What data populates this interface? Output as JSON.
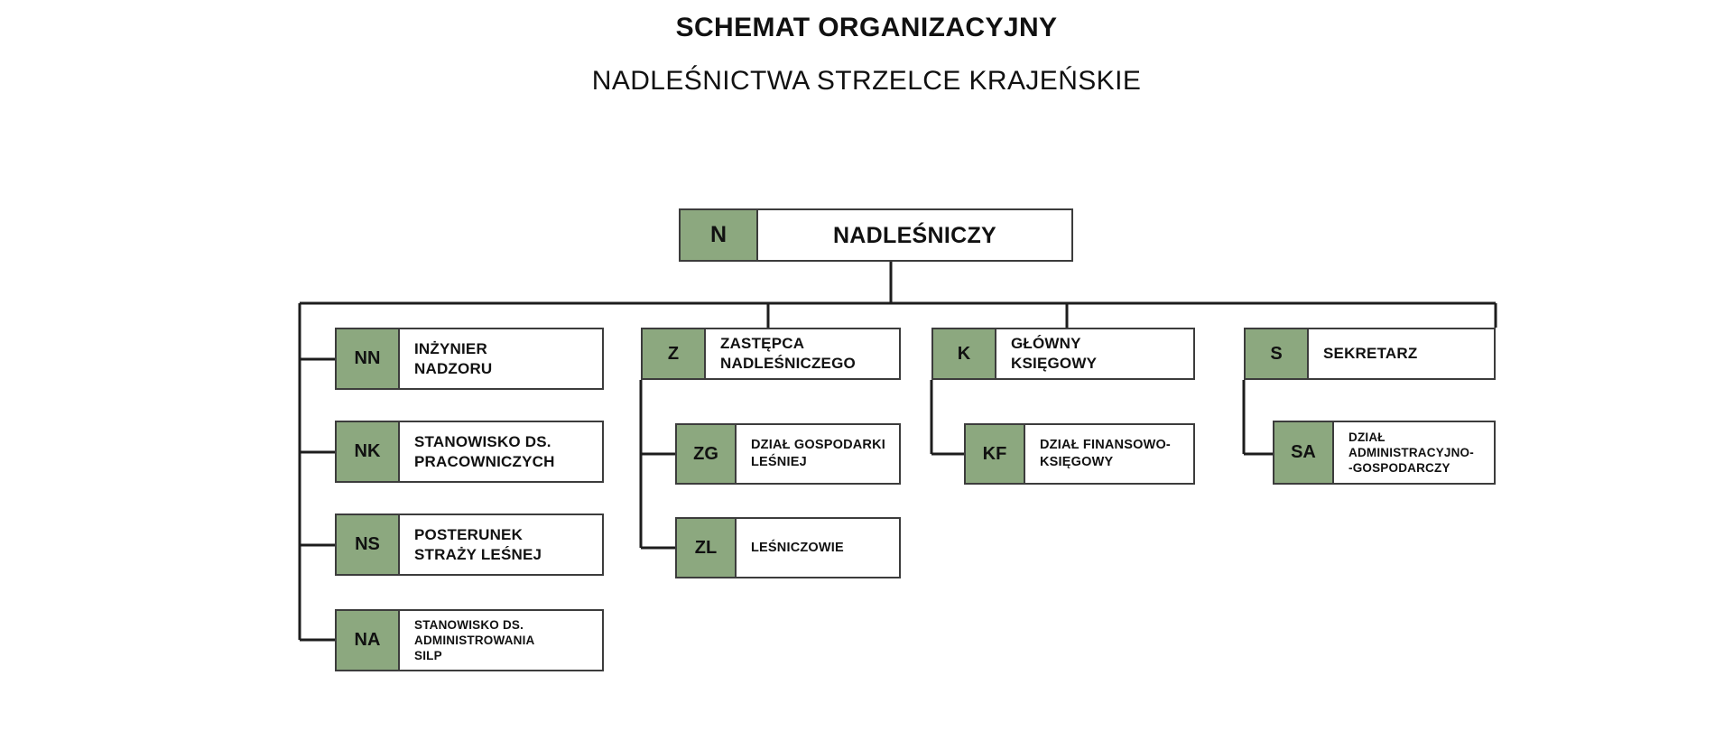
{
  "title": {
    "line1": "SCHEMAT ORGANIZACYJNY",
    "line2": "NADLEŚNICTWA STRZELCE KRAJEŃSKIE"
  },
  "colors": {
    "code_cell_green": "#8ca87f",
    "border": "#3c3c3c",
    "background": "#ffffff",
    "text": "#111111"
  },
  "chart_data": {
    "type": "diagram",
    "diagram_type": "organizational-chart",
    "title": "SCHEMAT ORGANIZACYJNY NADLEŚNICTWA STRZELCE KRAJEŃSKIE",
    "nodes": [
      {
        "id": "N",
        "code": "N",
        "label": "NADLEŚNICZY",
        "level": 0,
        "parent": null
      },
      {
        "id": "NN",
        "code": "NN",
        "label": "INŻYNIER\nNADZORU",
        "level": 1,
        "parent": "N"
      },
      {
        "id": "NK",
        "code": "NK",
        "label": "STANOWISKO DS.\nPRACOWNICZYCH",
        "level": 1,
        "parent": "N"
      },
      {
        "id": "NS",
        "code": "NS",
        "label": "POSTERUNEK\nSTRAŻY LEŚNEJ",
        "level": 1,
        "parent": "N"
      },
      {
        "id": "NA",
        "code": "NA",
        "label": "STANOWISKO DS.\nADMINISTROWANIA\nSILP",
        "level": 1,
        "parent": "N"
      },
      {
        "id": "Z",
        "code": "Z",
        "label": "ZASTĘPCA\nNADLEŚNICZEGO",
        "level": 1,
        "parent": "N"
      },
      {
        "id": "ZG",
        "code": "ZG",
        "label": "DZIAŁ GOSPODARKI\nLEŚNIEJ",
        "level": 2,
        "parent": "Z"
      },
      {
        "id": "ZL",
        "code": "ZL",
        "label": "LEŚNICZOWIE",
        "level": 2,
        "parent": "Z"
      },
      {
        "id": "K",
        "code": "K",
        "label": "GŁÓWNY\nKSIĘGOWY",
        "level": 1,
        "parent": "N"
      },
      {
        "id": "KF",
        "code": "KF",
        "label": "DZIAŁ FINANSOWO-\nKSIĘGOWY",
        "level": 2,
        "parent": "K"
      },
      {
        "id": "S",
        "code": "S",
        "label": "SEKRETARZ",
        "level": 1,
        "parent": "N"
      },
      {
        "id": "SA",
        "code": "SA",
        "label": "DZIAŁ\nADMINISTRACYJNO-\n-GOSPODARCZY",
        "level": 2,
        "parent": "S"
      }
    ]
  },
  "nodes": {
    "N": {
      "code": "N",
      "label": "NADLEŚNICZY"
    },
    "NN": {
      "code": "NN",
      "label": "INŻYNIER\nNADZORU"
    },
    "NK": {
      "code": "NK",
      "label": "STANOWISKO DS.\nPRACOWNICZYCH"
    },
    "NS": {
      "code": "NS",
      "label": "POSTERUNEK\nSTRAŻY LEŚNEJ"
    },
    "NA": {
      "code": "NA",
      "label": "STANOWISKO DS.\nADMINISTROWANIA\nSILP"
    },
    "Z": {
      "code": "Z",
      "label": "ZASTĘPCA\nNADLEŚNICZEGO"
    },
    "ZG": {
      "code": "ZG",
      "label": "DZIAŁ GOSPODARKI\nLEŚNIEJ"
    },
    "ZL": {
      "code": "ZL",
      "label": "LEŚNICZOWIE"
    },
    "K": {
      "code": "K",
      "label": "GŁÓWNY\nKSIĘGOWY"
    },
    "KF": {
      "code": "KF",
      "label": "DZIAŁ FINANSOWO-\nKSIĘGOWY"
    },
    "S": {
      "code": "S",
      "label": "SEKRETARZ"
    },
    "SA": {
      "code": "SA",
      "label": "DZIAŁ\nADMINISTRACYJNO-\n-GOSPODARCZY"
    }
  }
}
